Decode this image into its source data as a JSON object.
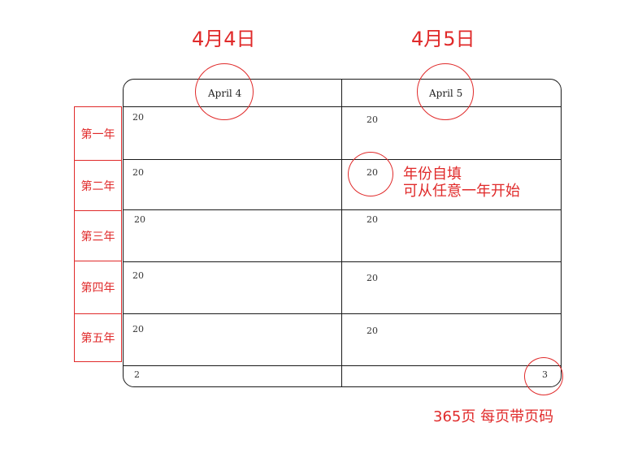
{
  "headings": {
    "left_date": "4月4日",
    "right_date": "4月5日"
  },
  "planner": {
    "columns": [
      {
        "header": "April 4",
        "year_prefixes": [
          "20",
          "20",
          "20",
          "20",
          "20"
        ],
        "page_number": "2"
      },
      {
        "header": "April 5",
        "year_prefixes": [
          "20",
          "20",
          "20",
          "20",
          "20"
        ],
        "page_number": "3"
      }
    ]
  },
  "year_labels": [
    "第一年",
    "第二年",
    "第三年",
    "第四年",
    "第五年"
  ],
  "annotations": {
    "year_note_line1": "年份自填",
    "year_note_line2": "可从任意一年开始",
    "pages_note": "365页 每页带页码"
  },
  "colors": {
    "accent": "#e02a2a",
    "line": "#1a1a1a"
  }
}
